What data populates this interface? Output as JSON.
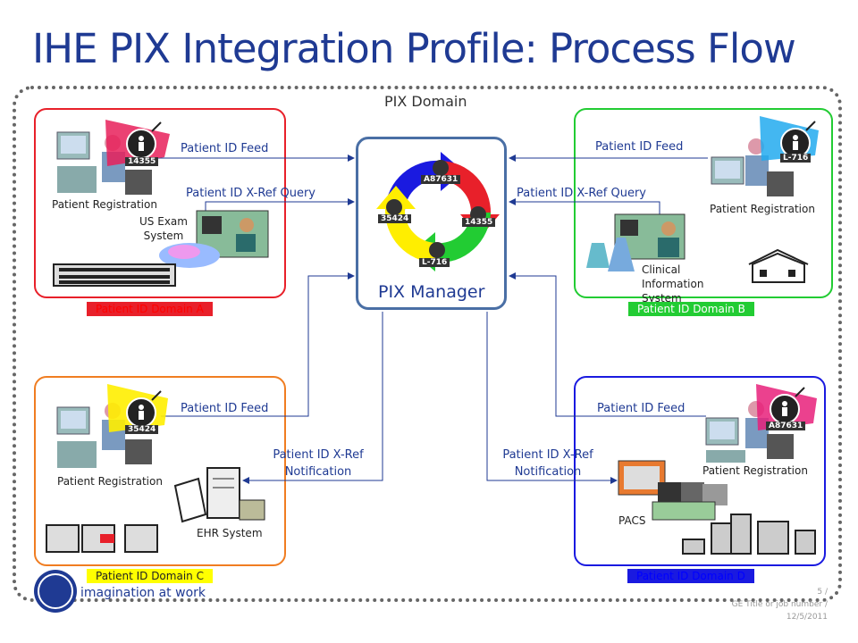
{
  "title": "IHE PIX Integration Profile: Process Flow",
  "pix_domain_label": "PIX Domain",
  "pix_manager": {
    "label": "PIX Manager",
    "ids": [
      "A87631",
      "35424",
      "14355",
      "L-716"
    ]
  },
  "domains": {
    "a": {
      "tag": "Patient ID Domain A",
      "registration": "Patient Registration",
      "system": "US Exam System",
      "patient_id": "14355",
      "feed": "Patient ID Feed",
      "query": "Patient ID X-Ref Query"
    },
    "b": {
      "tag": "Patient ID Domain B",
      "registration": "Patient Registration",
      "system": "Clinical Information System",
      "patient_id": "L-716",
      "feed": "Patient ID Feed",
      "query": "Patient ID X-Ref Query"
    },
    "c": {
      "tag": "Patient ID Domain C",
      "registration": "Patient Registration",
      "system": "EHR System",
      "patient_id": "35424",
      "feed": "Patient ID Feed",
      "notification": "Patient ID X-Ref Notification"
    },
    "d": {
      "tag": "Patient ID Domain D",
      "registration": "Patient Registration",
      "system": "PACS",
      "patient_id": "A87631",
      "feed": "Patient ID Feed",
      "notification": "Patient ID X-Ref Notification"
    }
  },
  "footer": {
    "tagline": "imagination at work",
    "page": "5 /",
    "title_line": "GE Title or job number /",
    "date": "12/5/2011"
  },
  "colors": {
    "domain_a": "#e8202a",
    "domain_b": "#22cc33",
    "domain_c": "#f07d21",
    "domain_d": "#1a1ae0",
    "arrow": "#1f3a93",
    "tag_yellow": "#ffff00"
  }
}
